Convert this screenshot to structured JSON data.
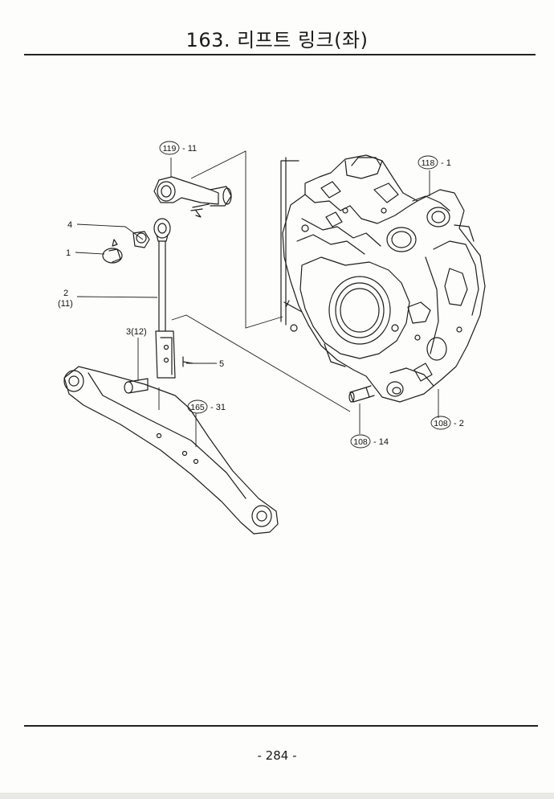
{
  "title": "163. 리프트 링크(좌)",
  "page_number": "- 284 -",
  "callouts": {
    "c119": {
      "ref": "119",
      "suffix": "- 11"
    },
    "c118": {
      "ref": "118",
      "suffix": "- 1"
    },
    "c108a": {
      "ref": "108",
      "suffix": "- 2"
    },
    "c108b": {
      "ref": "108",
      "suffix": "- 14"
    },
    "c165": {
      "ref": "165",
      "suffix": "- 31"
    },
    "p4": "4",
    "p1": "1",
    "p2": "2",
    "p2alt": "(11)",
    "p3": "3(12)",
    "p5": "5"
  }
}
